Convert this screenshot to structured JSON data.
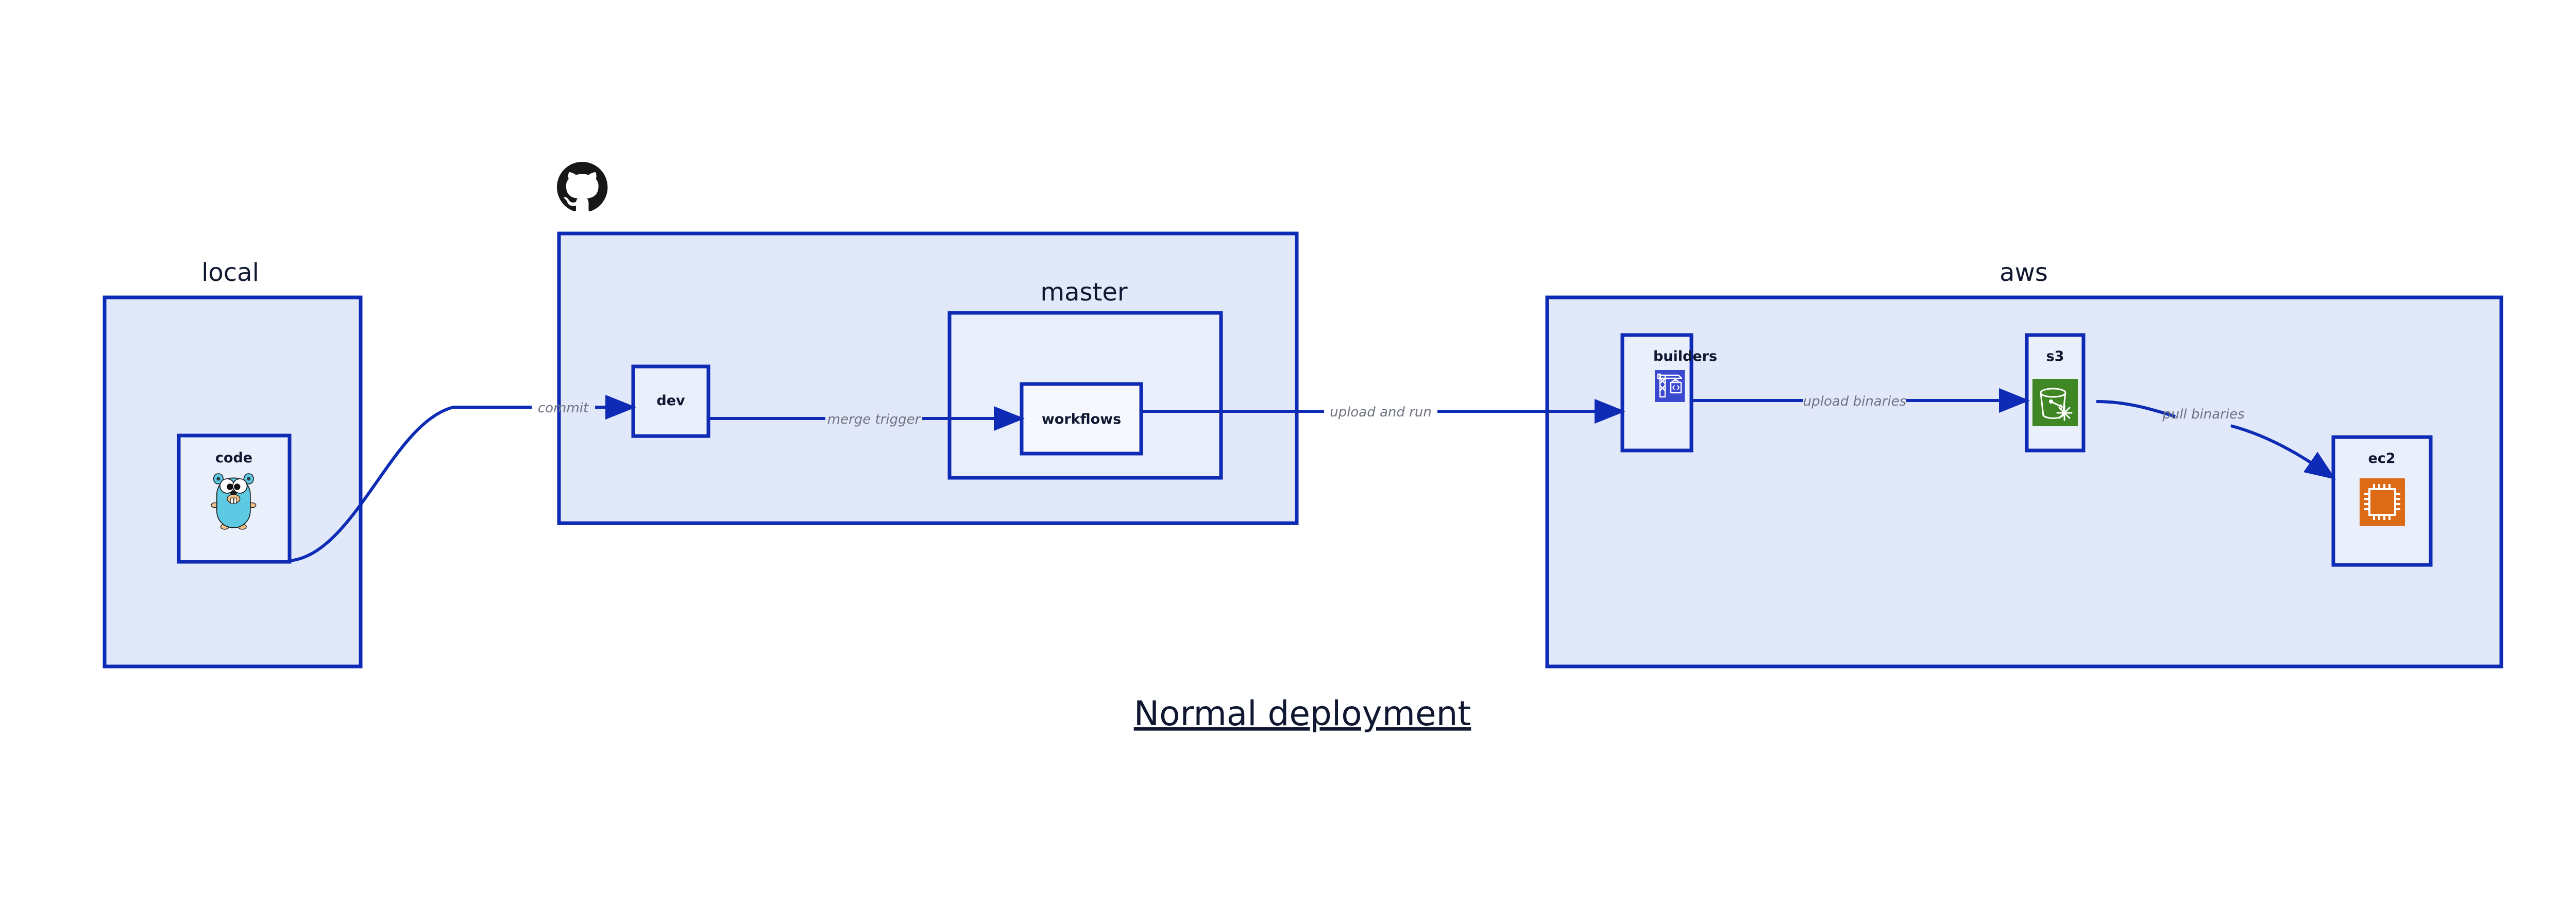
{
  "diagram": {
    "title": "Normal deployment",
    "background_color": "#ffffff",
    "accent_color": "#0d2bb4",
    "zone_fill": "#e1e8fa",
    "subzone_fill": "#e9eefb",
    "node_fill": "#eaeffc",
    "edge_label_color": "#6f7380",
    "text_color": "#101730"
  },
  "zones": {
    "local": {
      "label": "local",
      "node": {
        "label": "code",
        "icon": "go-gopher-icon",
        "icon_color": "#5dc9e2"
      }
    },
    "github": {
      "label": "github",
      "logo": "github-octocat-icon",
      "logo_color": "#181717",
      "nodes": {
        "dev": {
          "label": "dev"
        },
        "workflows": {
          "label": "workflows"
        }
      },
      "subzone": {
        "label": "master"
      }
    },
    "aws": {
      "label": "aws",
      "nodes": {
        "builders": {
          "label": "builders",
          "icon": "crane-code-icon",
          "icon_color": "#3b49d0"
        },
        "s3": {
          "label": "s3",
          "icon": "s3-bucket-icon",
          "icon_color": "#3f8624"
        },
        "ec2": {
          "label": "ec2",
          "icon": "ec2-chip-icon",
          "icon_color": "#dd6b16"
        }
      }
    }
  },
  "edges": [
    {
      "id": "commit",
      "label": "commit",
      "from": "code",
      "to": "dev"
    },
    {
      "id": "merge-trigger",
      "label": "merge trigger",
      "from": "dev",
      "to": "workflows"
    },
    {
      "id": "upload-and-run",
      "label": "upload and run",
      "from": "workflows",
      "to": "builders"
    },
    {
      "id": "upload-binaries",
      "label": "upload binaries",
      "from": "builders",
      "to": "s3"
    },
    {
      "id": "pull-binaries",
      "label": "pull binaries",
      "from": "s3",
      "to": "ec2"
    }
  ]
}
